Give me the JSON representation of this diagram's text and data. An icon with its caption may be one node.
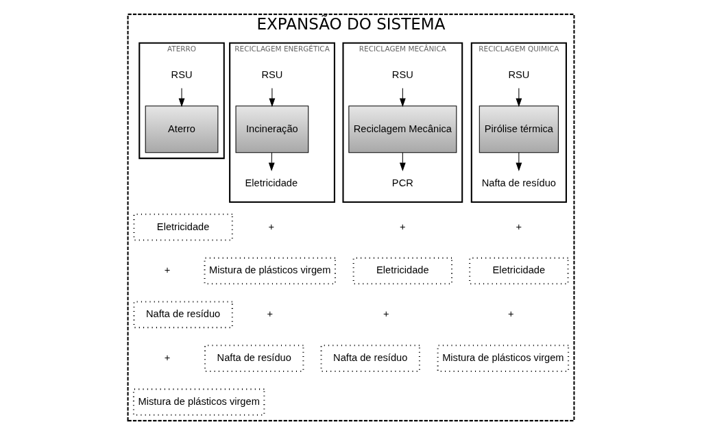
{
  "diagram": {
    "nodes": [
      {
        "text": [
          "EXPANSÃO DO SISTEMA"
        ]
      },
      {
        "text": [
          "RECICLAGEM QUIMICA"
        ],
        "in": 0
      },
      {
        "text": [
          "RSU"
        ],
        "in": 1
      },
      {
        "text": [
          "Pirólise térmica"
        ],
        "in": 1
      },
      {
        "text": [
          "Nafta de resíduo"
        ],
        "in": 1
      },
      {
        "text": [
          "RECICLAGEM MECÂNICA"
        ],
        "in": 0
      },
      {
        "text": [
          "RSU"
        ],
        "in": 5
      },
      {
        "text": [
          "Reciclagem Mecânica"
        ],
        "in": 5
      },
      {
        "text": [
          "PCR"
        ],
        "in": 5
      },
      {
        "text": [
          "RECICLAGEM ENERGÉTICA"
        ],
        "in": 0
      },
      {
        "text": [
          "RSU"
        ],
        "in": 9
      },
      {
        "text": [
          "Incineração"
        ],
        "in": 9
      },
      {
        "text": [
          "Eletricidade"
        ],
        "in": 9
      },
      {
        "text": [
          "ATERRO"
        ],
        "in": 0
      },
      {
        "text": [
          "RSU"
        ],
        "in": 13
      },
      {
        "text": [
          "Aterro"
        ],
        "in": 13
      },
      {
        "text": [
          "Eletricidade"
        ],
        "in": 0
      },
      {
        "text": [
          "Mistura de plásticos virgem"
        ],
        "in": 0
      },
      {
        "text": [
          "Eletricidade"
        ],
        "in": 0
      },
      {
        "text": [
          "Nafta de resíduo"
        ],
        "in": 0
      },
      {
        "text": [
          "Mistura de plásticos virgem"
        ],
        "in": 0
      },
      {
        "text": [
          "Nafta de resíduo"
        ],
        "in": 0
      },
      {
        "text": [
          "Eletricidade"
        ],
        "in": 0
      },
      {
        "text": [
          "Nafta de resíduo"
        ],
        "in": 0
      },
      {
        "text": [
          "Mistura de plásticos virgem"
        ],
        "in": 0
      }
    ],
    "edges": [
      {
        "from": 2,
        "to": 3,
        "arrow": "to"
      },
      {
        "from": 3,
        "to": 4,
        "arrow": "to"
      },
      {
        "from": 6,
        "to": 7,
        "arrow": "to"
      },
      {
        "from": 7,
        "to": 8,
        "arrow": "to"
      },
      {
        "from": 10,
        "to": 11,
        "arrow": "to"
      },
      {
        "from": 11,
        "to": 12,
        "arrow": "to"
      },
      {
        "from": 14,
        "to": 15,
        "arrow": "to"
      }
    ],
    "labels": [
      "+",
      "+",
      "+",
      "+",
      "+",
      "+",
      "+",
      "+"
    ]
  }
}
